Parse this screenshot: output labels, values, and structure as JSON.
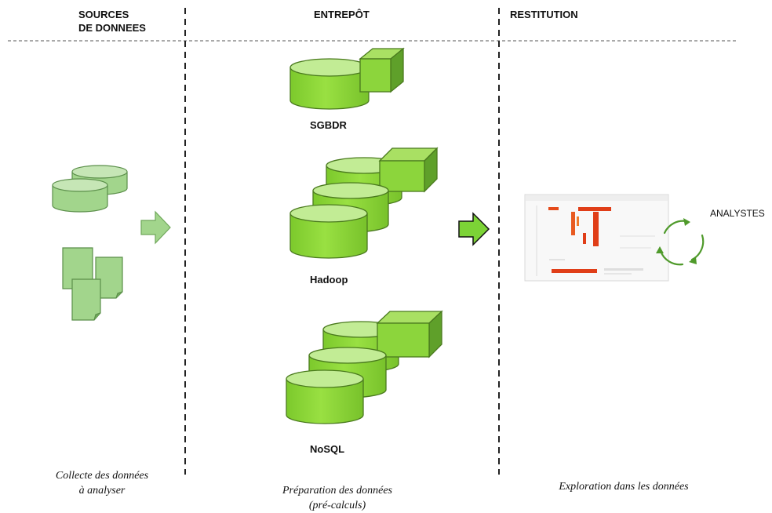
{
  "columns": {
    "sources": {
      "header_line1": "SOURCES",
      "header_line2": "DE DONNEES",
      "caption_line1": "Collecte des données",
      "caption_line2": "à analyser"
    },
    "entrepot": {
      "header": "ENTREPÔT",
      "caption_line1": "Préparation des données",
      "caption_line2": "(pré-calculs)"
    },
    "restitution": {
      "header": "RESTITUTION",
      "caption": "Exploration dans les données"
    }
  },
  "stores": {
    "sgbdr": "SGBDR",
    "hadoop": "Hadoop",
    "nosql": "NoSQL"
  },
  "analysts_label": "ANALYSTES",
  "colors": {
    "cylinder_fill": "#8fdc3a",
    "cylinder_top": "#c2ec95",
    "cube_front": "#8cd53c",
    "cube_top": "#a9e063",
    "cube_side": "#5fa02a",
    "source_fill": "#a2d58c",
    "source_stroke": "#5b8f4a",
    "arrow_light": "#a2d58c",
    "arrow_bright": "#7cd336",
    "cycle_arrow": "#4f9a2b",
    "dashed_line": "#777777"
  }
}
